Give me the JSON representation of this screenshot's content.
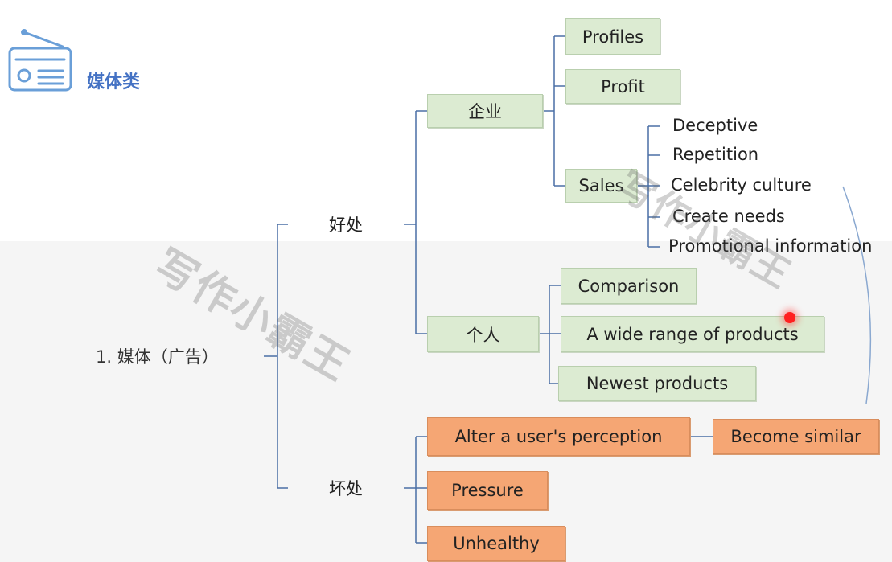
{
  "title": "媒体类",
  "root_label": "1. 媒体（广告）",
  "branches": {
    "good": "好处",
    "bad": "坏处"
  },
  "good": {
    "enterprise": "企业",
    "personal": "个人",
    "enterprise_items": {
      "profiles": "Profiles",
      "profit": "Profit",
      "sales": "Sales"
    },
    "sales_items": [
      "Deceptive",
      "Repetition",
      "Celebrity culture",
      "Create needs",
      "Promotional information"
    ],
    "personal_items": [
      "Comparison",
      "A wide range of products",
      "Newest products"
    ]
  },
  "bad": {
    "alter": "Alter a user's perception",
    "become_similar": "Become similar",
    "pressure": "Pressure",
    "unhealthy": "Unhealthy"
  },
  "watermark": "写作小霸王",
  "colors": {
    "green_box": "#dcebd2",
    "orange_box": "#f5a674",
    "line": "#4a6fa5",
    "title": "#4472c4"
  },
  "icons": [
    "radio-icon"
  ]
}
